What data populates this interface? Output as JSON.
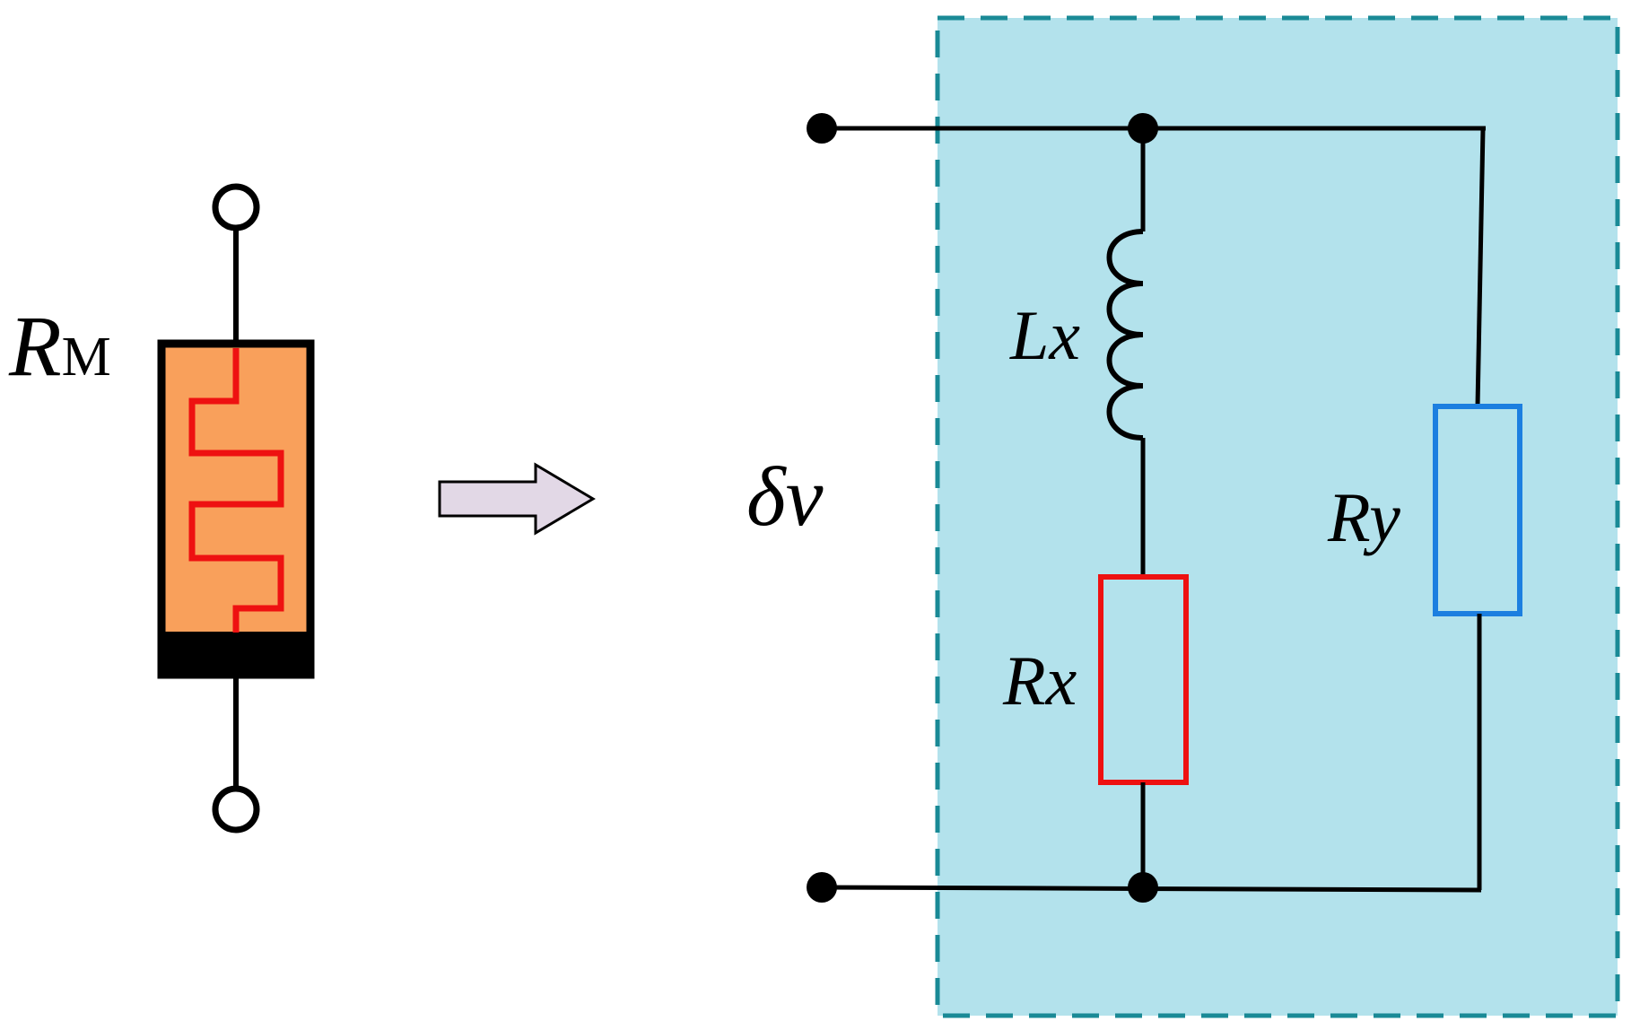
{
  "memristor": {
    "symbol": "R",
    "subscript": "M",
    "colors": {
      "body": "#F9A05B",
      "trace": "#EE1111",
      "outline": "#000000"
    }
  },
  "arrow": {
    "fill": "#E2D8E6",
    "stroke": "#000000"
  },
  "circuit": {
    "voltage_label": "δv",
    "inductor_label": "Lx",
    "resistor_x_label": "Rx",
    "resistor_y_label": "Ry",
    "colors": {
      "box_fill": "#B3E2EC",
      "box_border": "#1A8A96",
      "rx": "#EE1111",
      "ry": "#1C7FE0",
      "wire": "#000000"
    }
  }
}
